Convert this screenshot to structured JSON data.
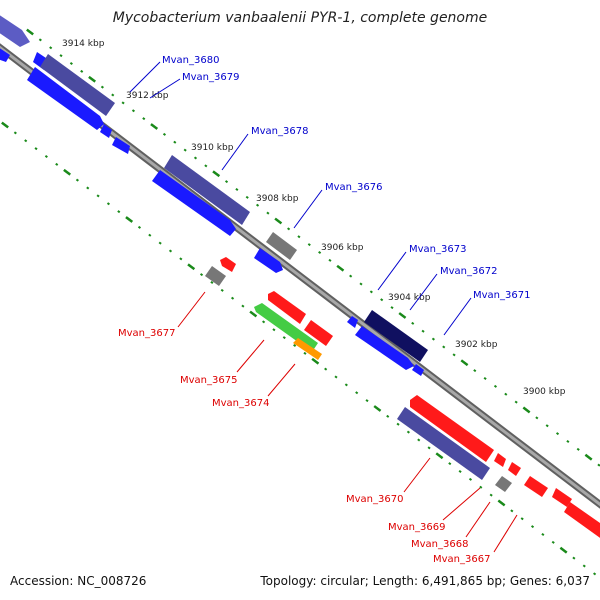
{
  "title": "Mycobacterium vanbaalenii PYR-1, complete genome",
  "footer": {
    "accession": "Accession: NC_008726",
    "topology": "Topology: circular; Length: 6,491,865 bp; Genes: 6,037"
  },
  "ticks": [
    "3914 kbp",
    "3912 kbp",
    "3910 kbp",
    "3908 kbp",
    "3906 kbp",
    "3904 kbp",
    "3902 kbp",
    "3900 kbp"
  ],
  "genes_top": [
    "Mvan_3680",
    "Mvan_3679",
    "Mvan_3678",
    "Mvan_3676",
    "Mvan_3673",
    "Mvan_3672",
    "Mvan_3671"
  ],
  "genes_bottom": [
    "Mvan_3677",
    "Mvan_3675",
    "Mvan_3674",
    "Mvan_3670",
    "Mvan_3669",
    "Mvan_3668",
    "Mvan_3667"
  ],
  "colors": {
    "forward_cds": "#1a1aff",
    "forward_cds_dark": "#4a4aa0",
    "forward_cds_navy": "#101060",
    "reverse_cds": "#ff1a1a",
    "reverse_cds_green": "#44cc44",
    "reverse_cds_orange": "#ff9900",
    "other": "#777777",
    "backbone": "#808080",
    "tick": "#1a8a1a"
  }
}
